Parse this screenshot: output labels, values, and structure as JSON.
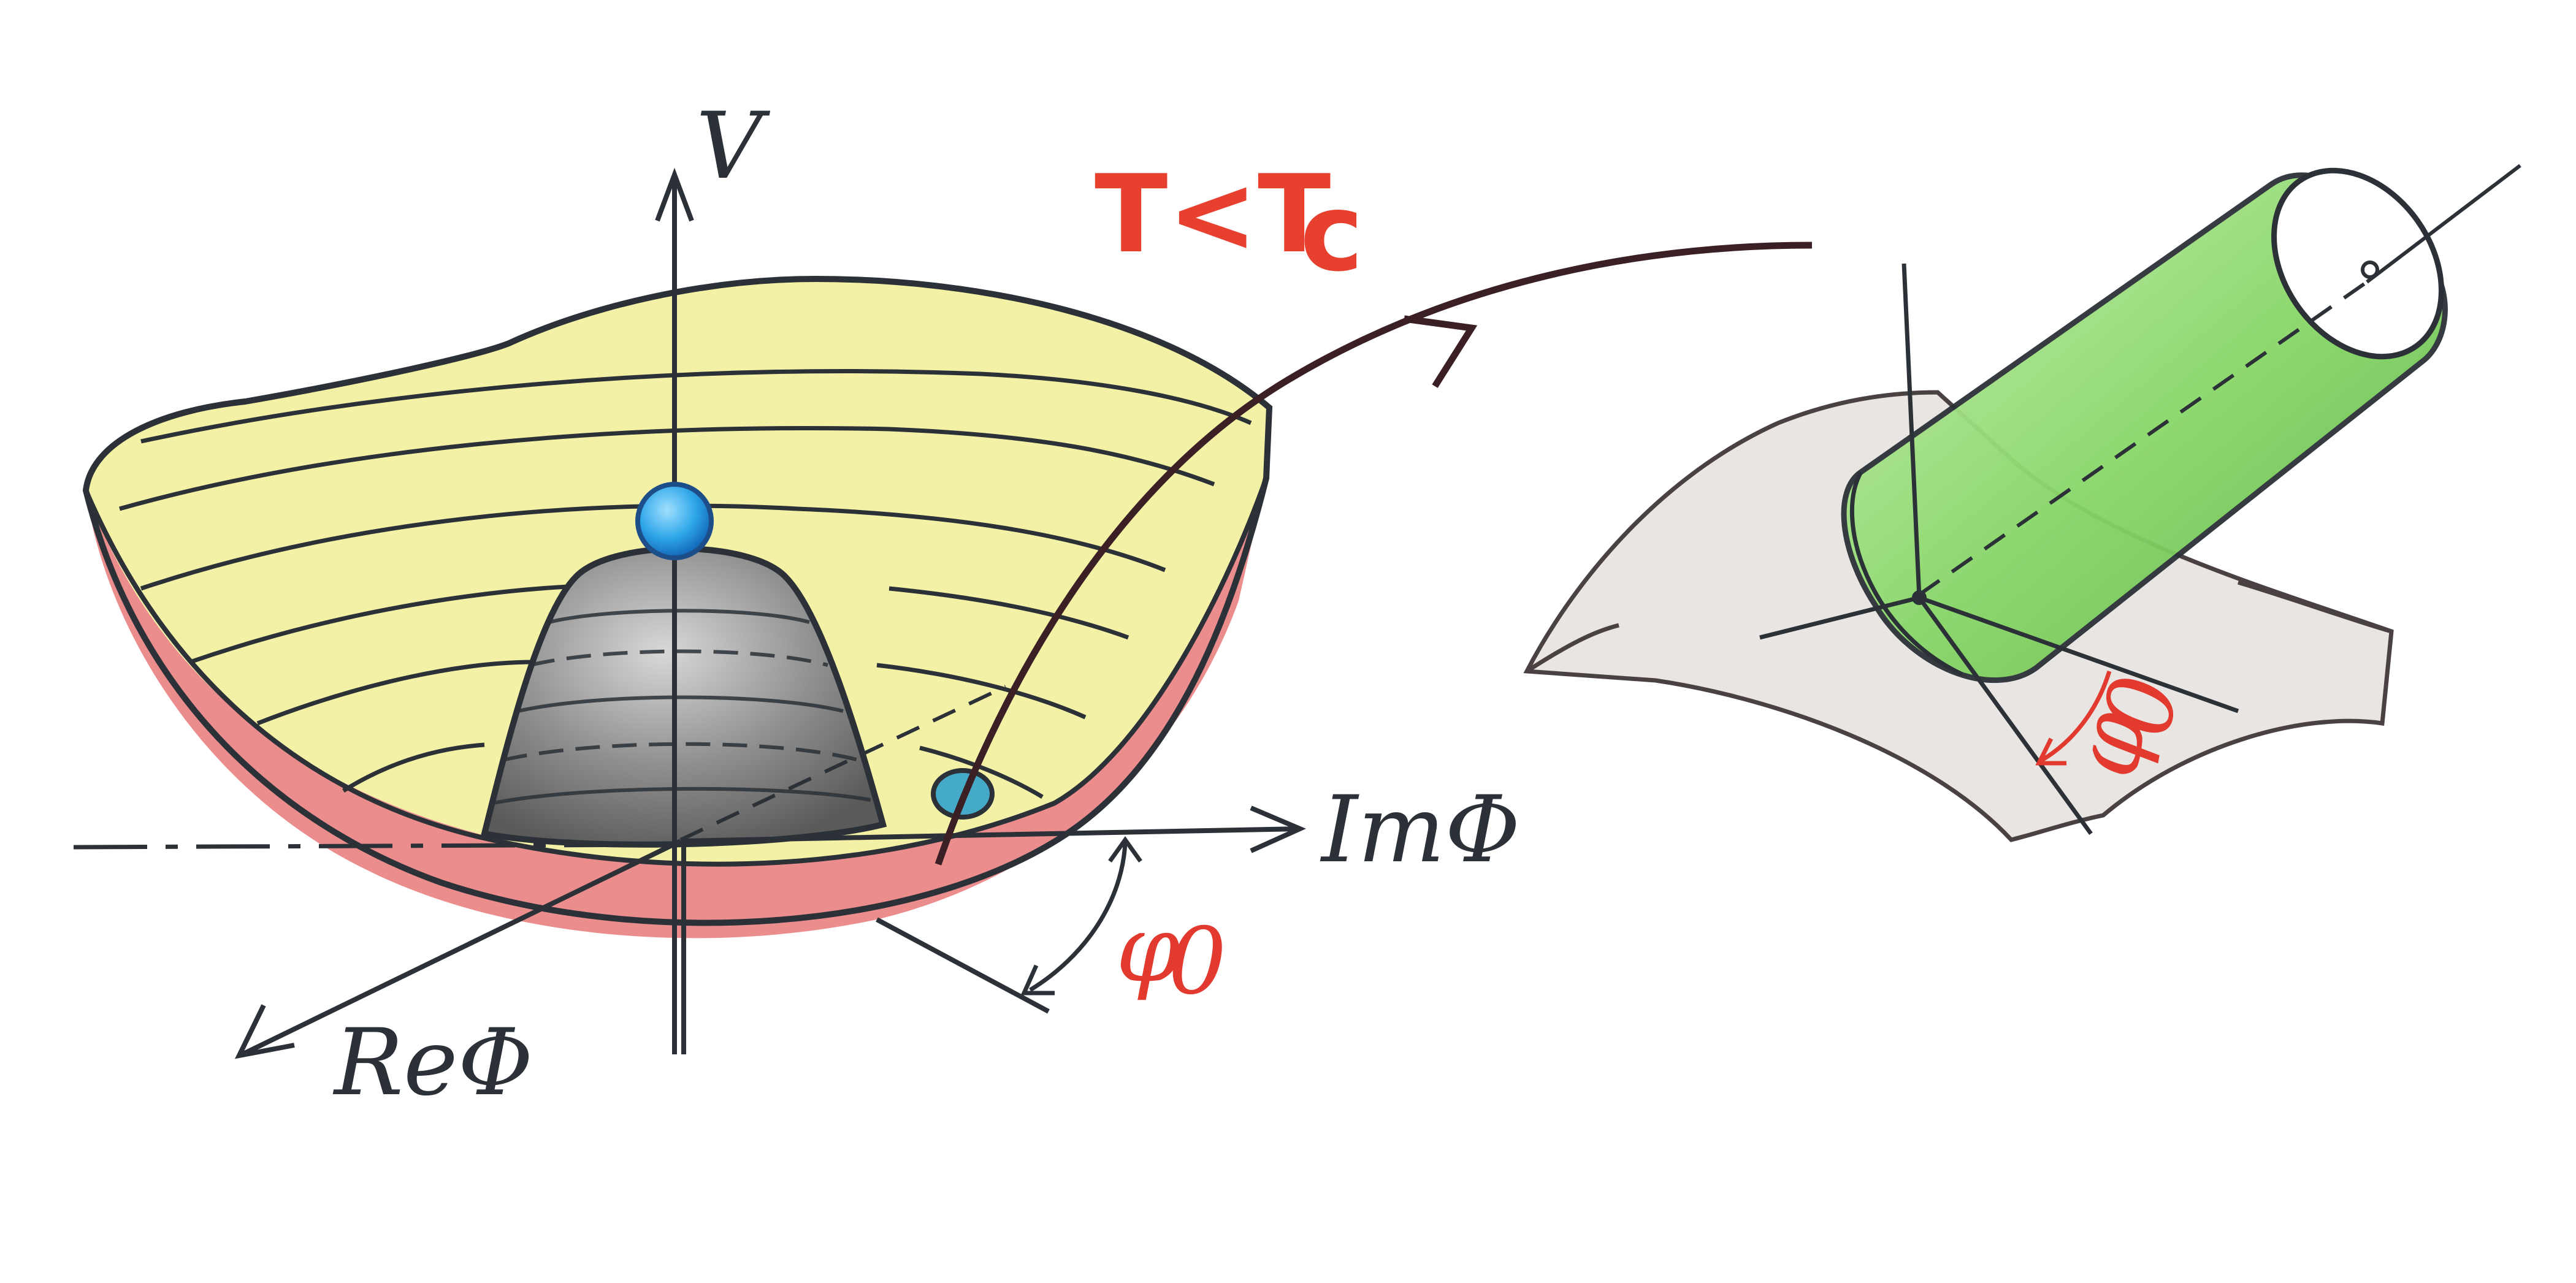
{
  "labels": {
    "v_axis": "V",
    "temperature": "T<T",
    "temperature_sub": "c",
    "im_axis": "ImΦ",
    "re_axis": "ReΦ",
    "angle_main": "φ",
    "angle_main_sub": "0",
    "angle_string": "φ",
    "angle_string_sub": "0"
  },
  "colors": {
    "ink": "#2b3137",
    "bowl_fill": "#f3f1a6",
    "bowl_rim_side": "#ec8d8d",
    "peak_fill": "#9e9e9e",
    "ball_top": "#2ea6e8",
    "ball_bottom": "#45a9c8",
    "cylinder": "#8ad86a",
    "sheet": "#e9e5e3",
    "label_red": "#e23a2e",
    "arrow": "#3a1f24"
  }
}
